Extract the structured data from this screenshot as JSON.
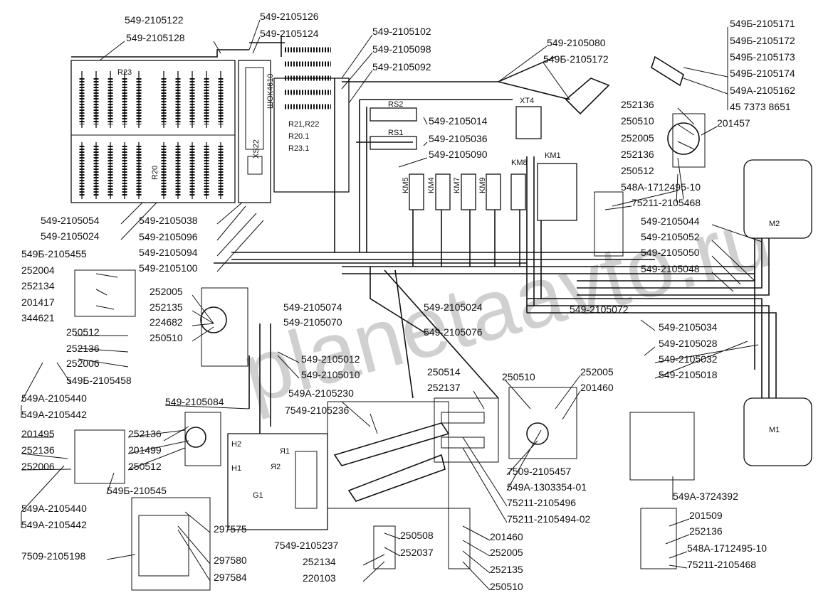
{
  "callouts": [
    "549-2105122",
    "549-2105128",
    "549-2105126",
    "549-2105124",
    "549-2105102",
    "549-2105098",
    "549-2105092",
    "549-2105080",
    "549Б-2105172",
    "549Б-2105171",
    "549Б-2105172",
    "549Б-2105173",
    "549Б-2105174",
    "549А-2105162",
    "45 7373 8651",
    "252136",
    "250510",
    "252005",
    "201457",
    "549-2105014",
    "549-2105036",
    "549-2105090",
    "252136",
    "250512",
    "548А-1712495-10",
    "75211-2105468",
    "549-2105044",
    "549-2105052",
    "549-2105050",
    "549-2105048",
    "549-2105054",
    "549-2105024",
    "549-2105038",
    "549-2105096",
    "549-2105094",
    "549-2105100",
    "549Б-2105455",
    "252004",
    "252134",
    "201417",
    "344621",
    "252005",
    "252135",
    "224682",
    "250510",
    "549-2105074",
    "549-2105070",
    "549-2105024",
    "549-2105076",
    "549-2105072",
    "250512",
    "252136",
    "252006",
    "549Б-2105458",
    "549-2105012",
    "549-2105010",
    "549-2105034",
    "549-2105028",
    "549-2105032",
    "549-2105018",
    "549А-2105440",
    "549А-2105442",
    "549-2105084",
    "549А-2105230",
    "7549-2105236",
    "250514",
    "252137",
    "250510",
    "252005",
    "201460",
    "201495",
    "252136",
    "252006",
    "252136",
    "201499",
    "250512",
    "549Б-210545",
    "549А-2105440",
    "549А-2105442",
    "7509-2105457",
    "549А-1303354-01",
    "75211-2105496",
    "75211-2105494-02",
    "549А-3724392",
    "201509",
    "252136",
    "548А-1712495-10",
    "75211-2105468",
    "297575",
    "297580",
    "297584",
    "7509-2105198",
    "7549-2105237",
    "250508",
    "252037",
    "252134",
    "220103",
    "201460",
    "252005",
    "252135",
    "250510"
  ],
  "components": {
    "r23": "R23",
    "r20": "R20",
    "shok": "ШОК4610",
    "xs22": "XS22",
    "r21": "R21,R22",
    "r201": "R20.1",
    "r231": "R23.1",
    "rs2": "RS2",
    "rs1": "RS1",
    "xt4": "XT4",
    "km5": "KM5",
    "km4": "KM4",
    "km7": "KM7",
    "km9": "KM9",
    "km8": "KM8",
    "km1": "KM1",
    "m2": "M2",
    "m1": "M1",
    "g1": "G1",
    "h2": "H2",
    "h1": "H1",
    "ya1": "Я1",
    "ya2": "Я2"
  },
  "watermark": "planetaavto.ru"
}
